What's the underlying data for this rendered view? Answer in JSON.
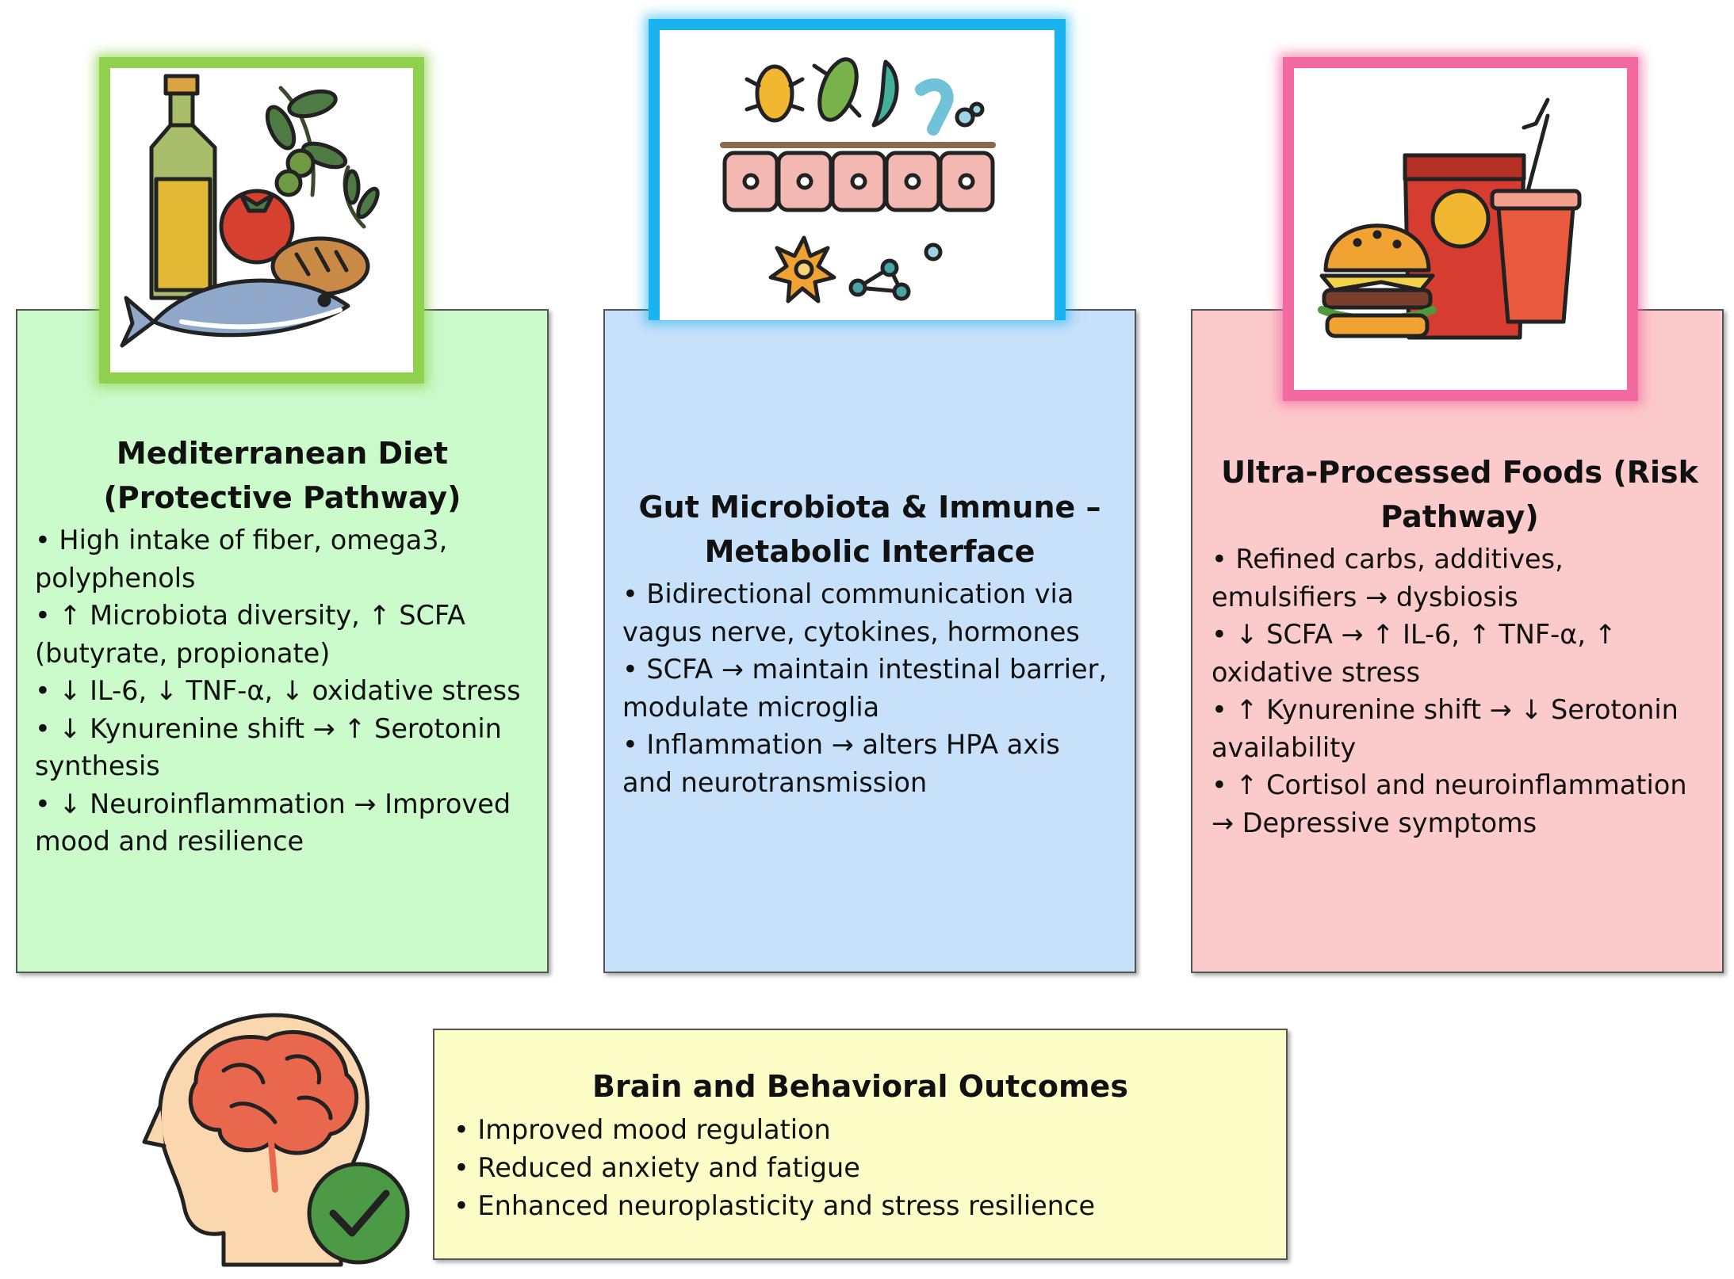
{
  "panels": {
    "mediterranean": {
      "title": "Mediterranean Diet (Protective Pathway)",
      "items": [
        "High intake of fiber, omega3, polyphenols",
        "↑ Microbiota diversity, ↑ SCFA (butyrate, propionate)",
        "↓ IL-6, ↓ TNF-α, ↓ oxidative stress",
        "↓ Kynurenine shift → ↑ Serotonin synthesis",
        "↓ Neuroinflammation → Improved mood and resilience"
      ],
      "accent": "#8fd14f",
      "background": "#cbfacb"
    },
    "gut": {
      "title": "Gut Microbiota & Immune – Metabolic Interface",
      "items": [
        "Bidirectional communication via vagus nerve, cytokines, hormones",
        "SCFA → maintain intestinal barrier, modulate microglia",
        "Inflammation → alters HPA axis and neurotransmission"
      ],
      "accent": "#19b4ef",
      "background": "#c8e1fa"
    },
    "upf": {
      "title": "Ultra-Processed Foods (Risk Pathway)",
      "items": [
        "Refined carbs, additives, emulsifiers → dysbiosis",
        "↓ SCFA → ↑ IL-6, ↑ TNF-α, ↑ oxidative stress",
        "↑ Kynurenine shift → ↓ Serotonin availability",
        "↑ Cortisol and neuroinflammation → Depressive symptoms"
      ],
      "accent": "#f36aa0",
      "background": "#fbcaca"
    },
    "brain": {
      "title": "Brain and Behavioral Outcomes",
      "items": [
        "Improved mood regulation",
        "Reduced anxiety and fatigue",
        "Enhanced neuroplasticity and stress resilience"
      ],
      "background": "#fdfdc8"
    }
  },
  "icons": {
    "mediterranean": "mediterranean-food-icon",
    "gut": "gut-microbiota-icon",
    "upf": "fast-food-icon",
    "brain": "brain-head-check-icon"
  }
}
